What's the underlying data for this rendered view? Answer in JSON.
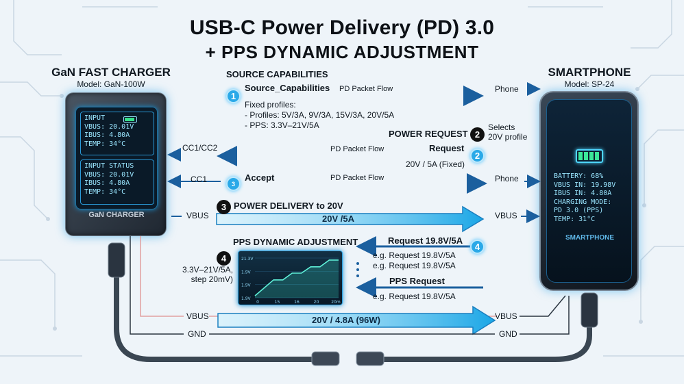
{
  "title": {
    "line1": "USB-C Power Delivery (PD) 3.0",
    "line2": "+ PPS DYNAMIC ADJUSTMENT"
  },
  "charger": {
    "name": "GaN FAST CHARGER",
    "model": "Model: GaN-100W",
    "screen_input": [
      "INPUT",
      "VBUS: 20.01V",
      "IBUS: 4.80A",
      "TEMP: 34°C"
    ],
    "screen_status": [
      "INPUT STATUS",
      "VBUS: 20.01V",
      "IBUS: 4.80A",
      "TEMP: 34°C"
    ],
    "label": "GaN CHARGER"
  },
  "phone": {
    "name": "SMARTPHONE",
    "model": "Model: SP-24",
    "screen_lines": [
      "BATTERY: 68%",
      "VBUS IN: 19.98V",
      "IBUS IN: 4.80A",
      "CHARGING MODE:",
      "PD 3.0 (PPS)",
      "TEMP: 31°C"
    ],
    "label": "SMARTPHONE"
  },
  "steps": {
    "source_caps_header": "SOURCE CAPABILITIES",
    "s1": {
      "num": "1",
      "name": "Source_Capabilities",
      "flow": "PD Packet Flow",
      "dest": "Phone"
    },
    "fixed_profiles": [
      "Fixed profiles:",
      "- Profiles: 5V/3A, 9V/3A, 15V/3A, 20V/5A",
      "- PPS: 3.3V–21V/5A"
    ],
    "power_request": "POWER REQUEST",
    "s2": {
      "num": "2",
      "note_line1": "Selects",
      "note_line2": "20V profile",
      "name": "Request",
      "flow": "PD Packet Flow",
      "detail": "20V / 5A (Fixed)",
      "left": "CC1/CC2"
    },
    "s_accept": {
      "num": "3",
      "name": "Accept",
      "flow": "PD Packet Flow",
      "left": "CC1",
      "dest": "Phone"
    },
    "s3": {
      "num": "3",
      "header": "POWER DELIVERY to 20V",
      "left": "VBUS",
      "arrow": "20V /5A",
      "right": "VBUS"
    },
    "pps": {
      "header": "PPS DYNAMIC ADJUSTMENT",
      "num": "4",
      "range_line1": "3.3V–21V/5A,",
      "range_line2": "step 20mV)",
      "request_num": "4",
      "request": "Request 19.8V/5A",
      "eg1": "e.g. Request 19.8V/5A",
      "eg2": "e.g. Request 19.8V/5A",
      "pps_request": "PPS Request",
      "eg3": "e.g. Request 19.8V/5A"
    },
    "bottom": {
      "vbus_left": "VBUS",
      "gnd_left": "GND",
      "arrow": "20V / 4.8A (96W)",
      "vbus_right": "VBUS",
      "gnd_right": "GND"
    }
  },
  "chart_data": {
    "type": "line",
    "y_ticks": [
      "21.3V",
      "1.9V",
      "1.9V",
      "1.9V"
    ],
    "x_ticks": [
      "0",
      "15",
      "16",
      "20",
      "20m"
    ],
    "series": [
      {
        "values": [
          0.05,
          0.25,
          0.45,
          0.45,
          0.62,
          0.62,
          0.78,
          0.78,
          0.95,
          0.95
        ]
      }
    ]
  },
  "colors": {
    "accent": "#1aa6e6",
    "arrow_dark": "#1b5f9e",
    "screen_text": "#9ae6ff",
    "charger_body": "#2f3a45"
  }
}
